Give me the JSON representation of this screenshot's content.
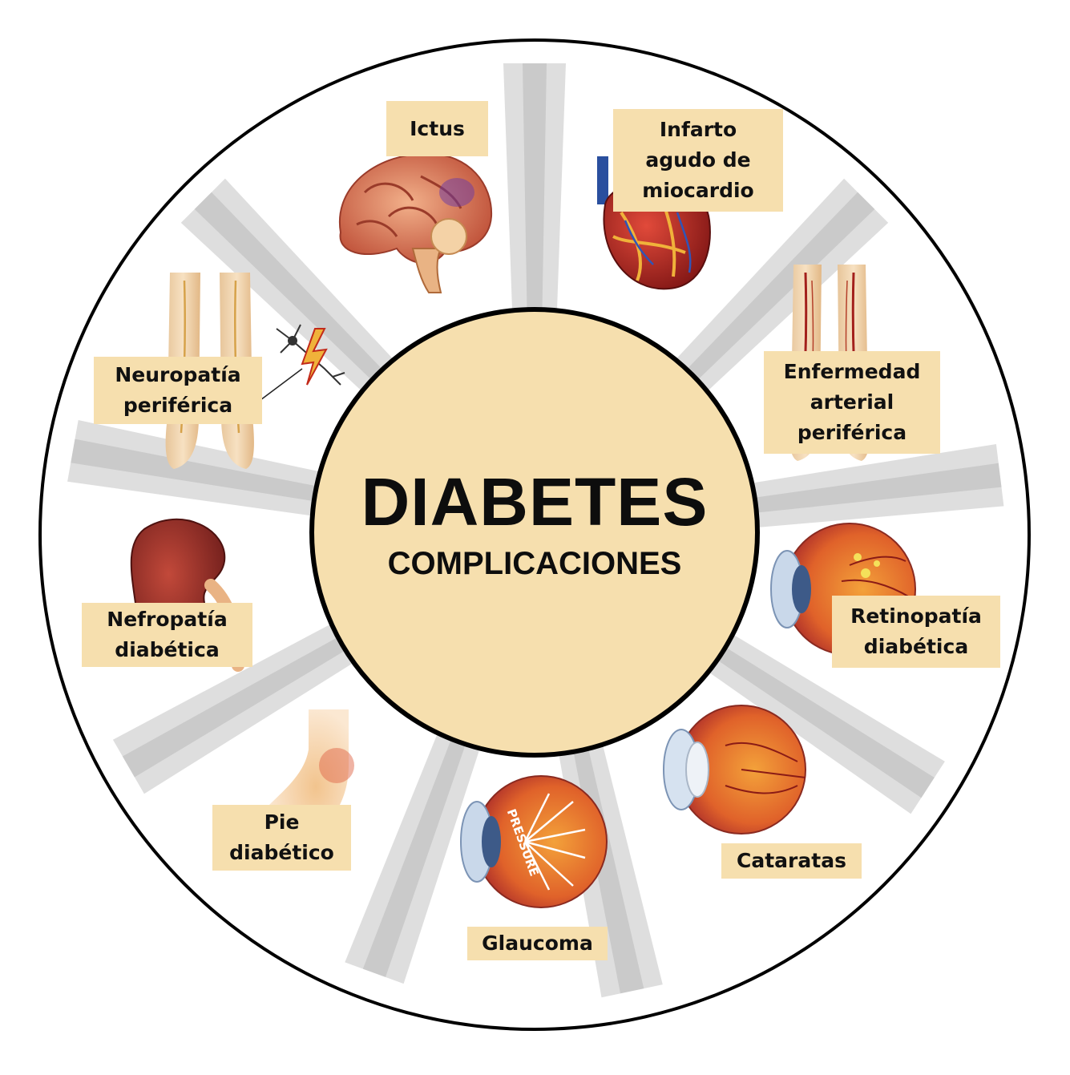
{
  "center": {
    "title": "DIABETES",
    "subtitle": "COMPLICACIONES"
  },
  "complications": [
    {
      "id": "ictus",
      "lines": [
        "Ictus"
      ],
      "icon": "brain-icon"
    },
    {
      "id": "infarto",
      "lines": [
        "Infarto",
        "agudo de",
        "miocardio"
      ],
      "icon": "heart-icon"
    },
    {
      "id": "enfermedad-arterial",
      "lines": [
        "Enfermedad",
        "arterial",
        "periférica"
      ],
      "icon": "arteries-legs-icon"
    },
    {
      "id": "retinopatia",
      "lines": [
        "Retinopatía",
        "diabética"
      ],
      "icon": "retina-eye-icon"
    },
    {
      "id": "cataratas",
      "lines": [
        "Cataratas"
      ],
      "icon": "cataract-eye-icon"
    },
    {
      "id": "glaucoma",
      "lines": [
        "Glaucoma"
      ],
      "icon": "glaucoma-eye-icon",
      "icon_text": "PRESSURE"
    },
    {
      "id": "pie",
      "lines": [
        "Pie",
        "diabético"
      ],
      "icon": "foot-icon"
    },
    {
      "id": "nefropatia",
      "lines": [
        "Nefropatía",
        "diabética"
      ],
      "icon": "kidney-icon"
    },
    {
      "id": "neuropatia",
      "lines": [
        "Neuropatía",
        "periférica"
      ],
      "icon": "nerves-legs-icon"
    }
  ],
  "colors": {
    "label_bg": "#f6dfae",
    "center_fill": "#f6dfae",
    "outline": "#000000"
  }
}
